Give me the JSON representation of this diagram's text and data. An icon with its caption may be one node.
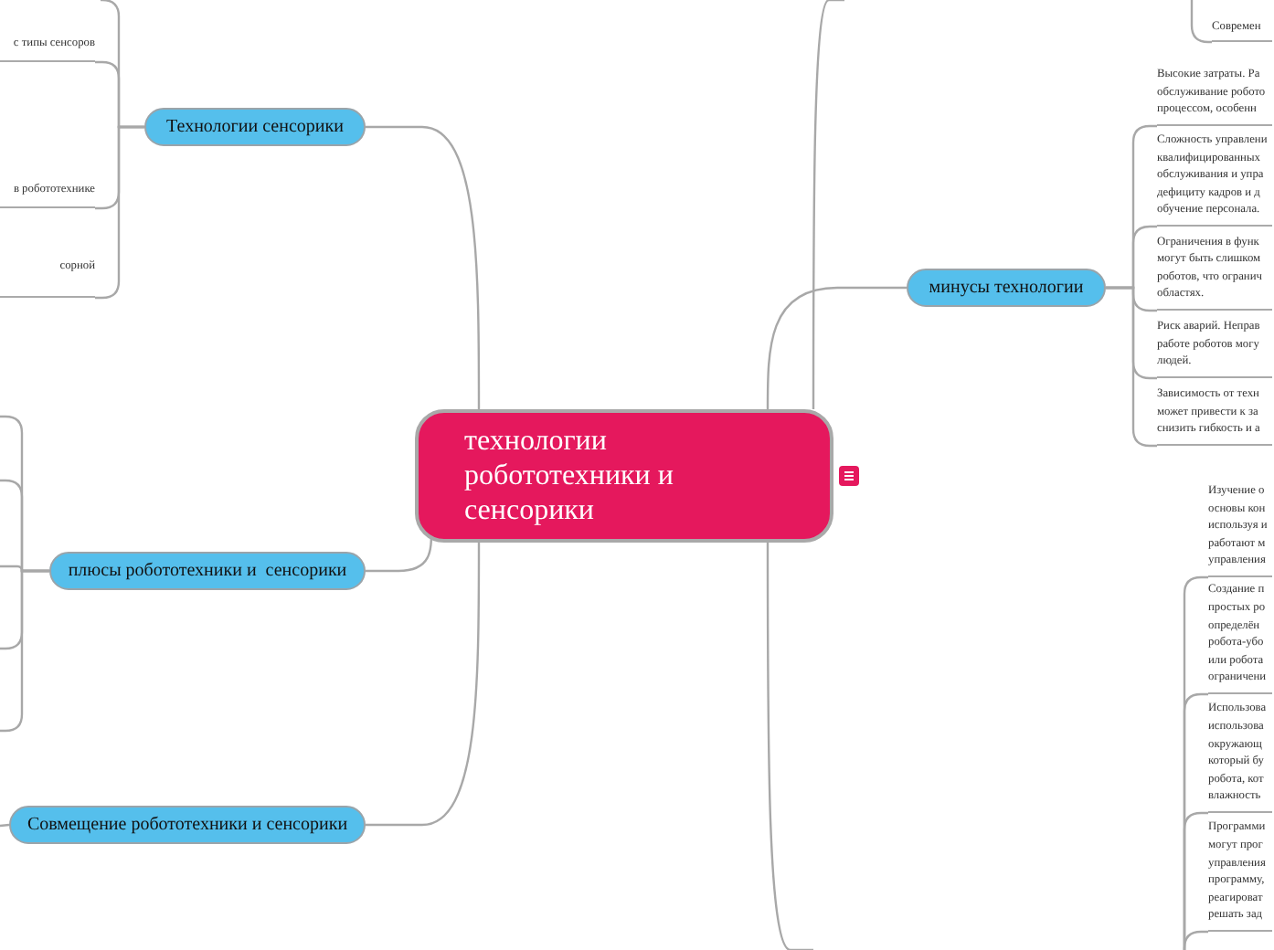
{
  "diagram": {
    "nodes": [
      {
        "text": [
          "технологии робототехники и сенсорики"
        ]
      },
      {
        "text": [
          "Технологии сенсорики"
        ]
      },
      {
        "text": [
          "с типы сенсоров"
        ]
      },
      {
        "text": [
          "в робототехнике"
        ]
      },
      {
        "text": [
          "сорной"
        ]
      },
      {
        "text": [
          "плюсы робототехники и  сенсорики"
        ]
      },
      {
        "text": [
          "Совмещение робототехники и сенсорики"
        ]
      },
      {
        "text": [
          "минусы технологии"
        ]
      },
      {
        "text": [
          "Высокие затраты. Ра обслуживание робото процессом, особенн"
        ]
      },
      {
        "text": [
          "Сложность управлени квалифицированных обслуживания и упра дефициту кадров и д обучение персонала."
        ]
      },
      {
        "text": [
          "Ограничения в функ могут быть слишком роботов, что огранич областях."
        ]
      },
      {
        "text": [
          "Риск аварий. Неправ работе роботов могу людей."
        ]
      },
      {
        "text": [
          "Зависимость от техн может привести к за снизить гибкость и а"
        ]
      },
      {
        "text": [
          "Современ"
        ]
      },
      {
        "text": [
          "Изучение о основы кон используя и работают м управления"
        ]
      },
      {
        "text": [
          "Создание п простых ро определён робота-убо или робота ограничени"
        ]
      },
      {
        "text": [
          "Использова использова окружающ который бу робота, кот влажность"
        ]
      },
      {
        "text": [
          "Программи могут прог управления программу, реагироват решать зад"
        ]
      }
    ],
    "edges": [
      {
        "from": 0,
        "to": 1,
        "arrow": "none"
      },
      {
        "from": 0,
        "to": 5,
        "arrow": "none"
      },
      {
        "from": 0,
        "to": 6,
        "arrow": "none"
      },
      {
        "from": 0,
        "to": 7,
        "arrow": "none"
      },
      {
        "from": 0,
        "to": null,
        "arrow": "none"
      },
      {
        "from": 0,
        "to": null,
        "arrow": "none"
      },
      {
        "from": 1,
        "to": 2,
        "arrow": "none"
      },
      {
        "from": 1,
        "to": 3,
        "arrow": "none"
      },
      {
        "from": 1,
        "to": 4,
        "arrow": "none"
      },
      {
        "from": 1,
        "to": null,
        "arrow": "none"
      },
      {
        "from": 5,
        "to": null,
        "arrow": "none"
      },
      {
        "from": 5,
        "to": null,
        "arrow": "none"
      },
      {
        "from": 5,
        "to": null,
        "arrow": "none"
      },
      {
        "from": 5,
        "to": null,
        "arrow": "none"
      },
      {
        "from": 5,
        "to": null,
        "arrow": "none"
      },
      {
        "from": 6,
        "to": null,
        "arrow": "none"
      },
      {
        "from": 7,
        "to": 8,
        "arrow": "none"
      },
      {
        "from": 7,
        "to": 9,
        "arrow": "none"
      },
      {
        "from": 7,
        "to": 10,
        "arrow": "none"
      },
      {
        "from": 7,
        "to": 11,
        "arrow": "none"
      },
      {
        "from": 7,
        "to": 12,
        "arrow": "none"
      },
      {
        "from": null,
        "to": 13,
        "arrow": "none"
      },
      {
        "from": null,
        "to": 14,
        "arrow": "none"
      },
      {
        "from": null,
        "to": 15,
        "arrow": "none"
      },
      {
        "from": null,
        "to": 16,
        "arrow": "none"
      },
      {
        "from": null,
        "to": 17,
        "arrow": "none"
      }
    ]
  }
}
